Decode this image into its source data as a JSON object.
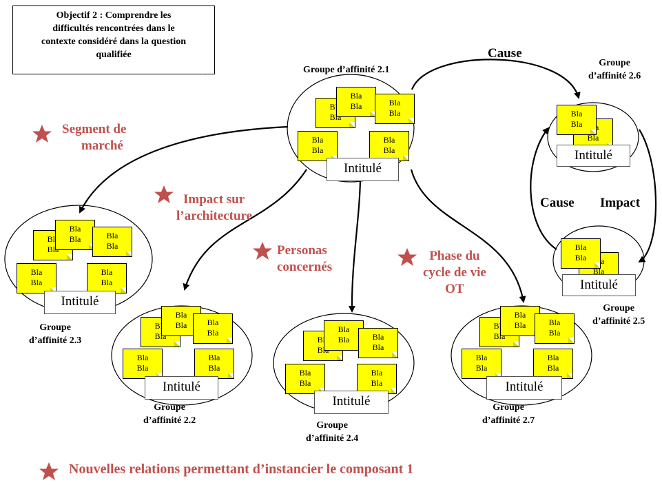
{
  "objective": {
    "line1": "Objectif 2 : Comprendre les",
    "line2": "difficultés rencontrées dans le",
    "line3": "contexte considéré dans la question",
    "line4": "qualifiée"
  },
  "sticky_text": {
    "line1": "Bla",
    "line2": "Bla"
  },
  "box_title": "Intitulé",
  "groups": {
    "g21": {
      "label": "Groupe d’affinité 2.1"
    },
    "g22": {
      "line1": "Groupe",
      "line2": "d’affinité 2.2"
    },
    "g23": {
      "line1": "Groupe",
      "line2": "d’affinité 2.3"
    },
    "g24": {
      "line1": "Groupe",
      "line2": "d’affinité 2.4"
    },
    "g25": {
      "line1": "Groupe",
      "line2": "d’affinité 2.5"
    },
    "g26": {
      "line1": "Groupe",
      "line2": "d’affinité 2.6"
    },
    "g27": {
      "line1": "Groupe",
      "line2": "d’affinité 2.7"
    }
  },
  "relations": {
    "cause_top": "Cause",
    "cause_side": "Cause",
    "impact_side": "Impact"
  },
  "facets": {
    "segment": {
      "line1": "Segment de",
      "line2": "marché"
    },
    "impact": {
      "line1": "Impact sur",
      "line2": "l’architecture"
    },
    "personas": {
      "line1": "Personas",
      "line2": "concernés"
    },
    "phase": {
      "line1": "Phase du",
      "line2": "cycle de vie",
      "line3": "OT"
    }
  },
  "legend": "Nouvelles relations permettant d’instancier le composant 1",
  "colors": {
    "star": "#c0504d",
    "sticky": "#ffff00",
    "ink": "#000000"
  }
}
